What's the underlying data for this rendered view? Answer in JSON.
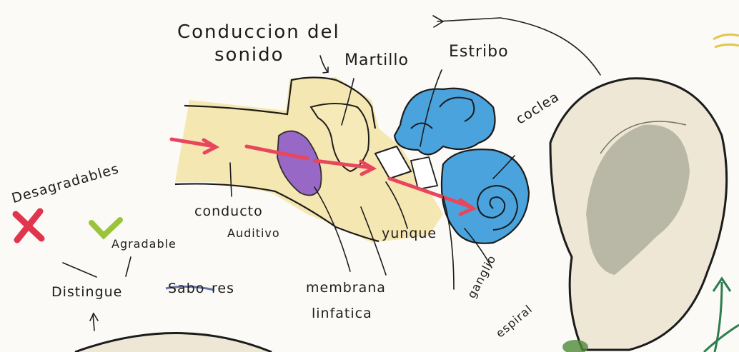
{
  "labels": {
    "title_line1": "Conduccion del",
    "title_line2": "sonido",
    "martillo": "Martillo",
    "estribo": "Estribo",
    "coclea": "coclea",
    "desagradables": "Desagradables",
    "conducto_line1": "conducto",
    "conducto_line2": "Auditivo",
    "yunque": "yunque",
    "agradable": "Agradable",
    "distingue": "Distingue",
    "sabores_crossed": "Sabo",
    "sabores_rest": "res",
    "membrana_line1": "membrana",
    "membrana_line2": "linfatica",
    "ganglio_line1": "ganglio",
    "ganglio_line2": "espiral"
  },
  "colors": {
    "paper": "#fbfaf6",
    "canal_yellow": "#f3e3a6",
    "eardrum_purple": "#8f5bc9",
    "cochlea_blue": "#4aa3dc",
    "sound_arrow_red": "#e8465c",
    "x_mark_red": "#e0354c",
    "check_green": "#9cc43a",
    "ear_skin": "#efe7d6",
    "ear_shadow": "#8c8f7f",
    "ink": "#1c1c1c"
  }
}
